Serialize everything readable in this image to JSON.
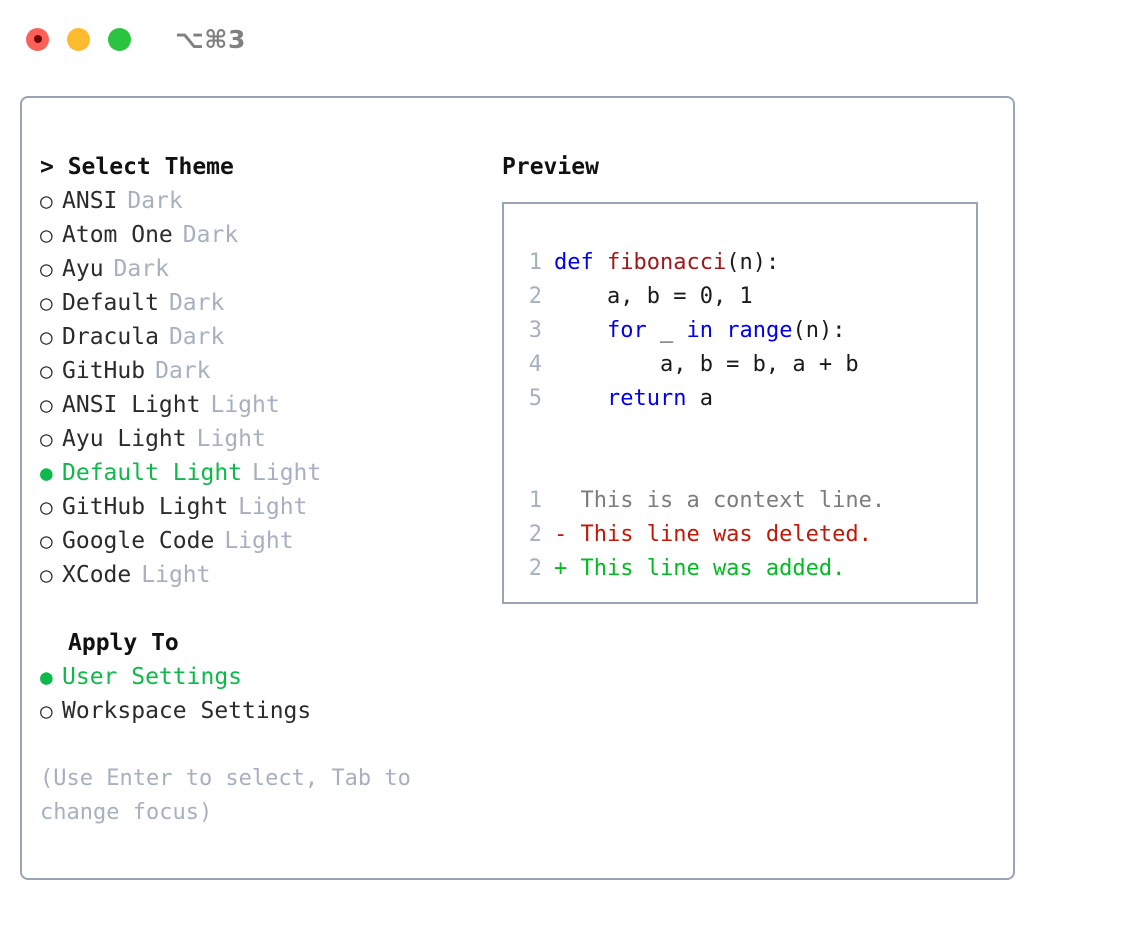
{
  "window": {
    "title": "⌥⌘3",
    "traffic_lights": [
      {
        "name": "close-button",
        "color": "#fc6058"
      },
      {
        "name": "minimize-button",
        "color": "#fdbc2e"
      },
      {
        "name": "maximize-button",
        "color": "#2ac440"
      }
    ]
  },
  "theme_picker": {
    "heading": "> Select Theme",
    "themes": [
      {
        "bullet": "○",
        "label": "ANSI",
        "tag": "Dark",
        "selected": false
      },
      {
        "bullet": "○",
        "label": "Atom One",
        "tag": "Dark",
        "selected": false
      },
      {
        "bullet": "○",
        "label": "Ayu",
        "tag": "Dark",
        "selected": false
      },
      {
        "bullet": "○",
        "label": "Default",
        "tag": "Dark",
        "selected": false
      },
      {
        "bullet": "○",
        "label": "Dracula",
        "tag": "Dark",
        "selected": false
      },
      {
        "bullet": "○",
        "label": "GitHub",
        "tag": "Dark",
        "selected": false
      },
      {
        "bullet": "○",
        "label": "ANSI Light",
        "tag": "Light",
        "selected": false
      },
      {
        "bullet": "○",
        "label": "Ayu Light",
        "tag": "Light",
        "selected": false
      },
      {
        "bullet": "●",
        "label": "Default Light",
        "tag": "Light",
        "selected": true
      },
      {
        "bullet": "○",
        "label": "GitHub Light",
        "tag": "Light",
        "selected": false
      },
      {
        "bullet": "○",
        "label": "Google Code",
        "tag": "Light",
        "selected": false
      },
      {
        "bullet": "○",
        "label": "XCode",
        "tag": "Light",
        "selected": false
      }
    ]
  },
  "apply_to": {
    "heading": "Apply To",
    "options": [
      {
        "bullet": "●",
        "label": "User Settings",
        "selected": true
      },
      {
        "bullet": "○",
        "label": "Workspace Settings",
        "selected": false
      }
    ]
  },
  "hint": "(Use Enter to select, Tab to change focus)",
  "preview": {
    "title": "Preview",
    "code_lines": [
      {
        "num": "1",
        "segments": [
          {
            "t": "def ",
            "c": "kw"
          },
          {
            "t": "fibonacci",
            "c": "fn"
          },
          {
            "t": "(n):",
            "c": "plain"
          }
        ]
      },
      {
        "num": "2",
        "segments": [
          {
            "t": "    a, b = 0, 1",
            "c": "plain"
          }
        ]
      },
      {
        "num": "3",
        "segments": [
          {
            "t": "    ",
            "c": "plain"
          },
          {
            "t": "for",
            "c": "kw"
          },
          {
            "t": " _ ",
            "c": "plain"
          },
          {
            "t": "in",
            "c": "kw"
          },
          {
            "t": " ",
            "c": "plain"
          },
          {
            "t": "range",
            "c": "kw"
          },
          {
            "t": "(n):",
            "c": "plain"
          }
        ]
      },
      {
        "num": "4",
        "segments": [
          {
            "t": "        a, b = b, a + b",
            "c": "plain"
          }
        ]
      },
      {
        "num": "5",
        "segments": [
          {
            "t": "    ",
            "c": "plain"
          },
          {
            "t": "return",
            "c": "kw"
          },
          {
            "t": " a",
            "c": "plain"
          }
        ]
      }
    ],
    "diff_lines": [
      {
        "num": "1",
        "marker": " ",
        "text": "  This is a context line.",
        "kind": "ctx"
      },
      {
        "num": "2",
        "marker": "-",
        "text": "- This line was deleted.",
        "kind": "del"
      },
      {
        "num": "2",
        "marker": "+",
        "text": "+ This line was added.",
        "kind": "add"
      }
    ]
  },
  "colors": {
    "accent_green": "#0db94a",
    "muted": "#a7b0c0",
    "border": "#9aa4b5",
    "keyword": "#0000ee",
    "function": "#a01919",
    "diff_delete": "#c21807",
    "diff_add": "#00bb22"
  }
}
